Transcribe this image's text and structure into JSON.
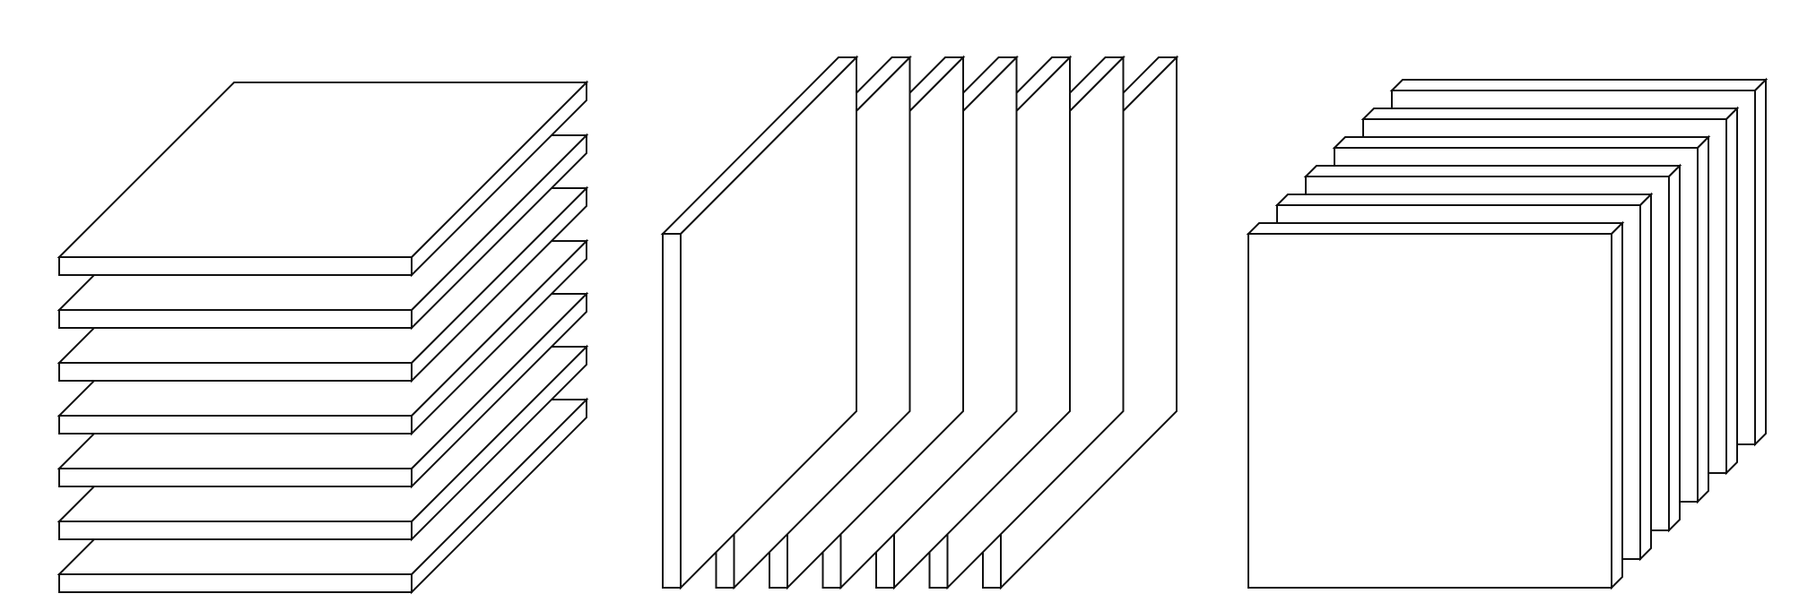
{
  "diagram": {
    "stroke_color": "#111111",
    "fill_color": "#ffffff",
    "background_color": "#ffffff",
    "groups": [
      {
        "name": "horizontal-slab-stack",
        "orientation": "horizontal",
        "slab_count": 7
      },
      {
        "name": "sagittal-slab-stack",
        "orientation": "vertical-depth",
        "slab_count": 7
      },
      {
        "name": "frontal-slab-stack",
        "orientation": "vertical-front",
        "slab_count": 6
      }
    ]
  }
}
